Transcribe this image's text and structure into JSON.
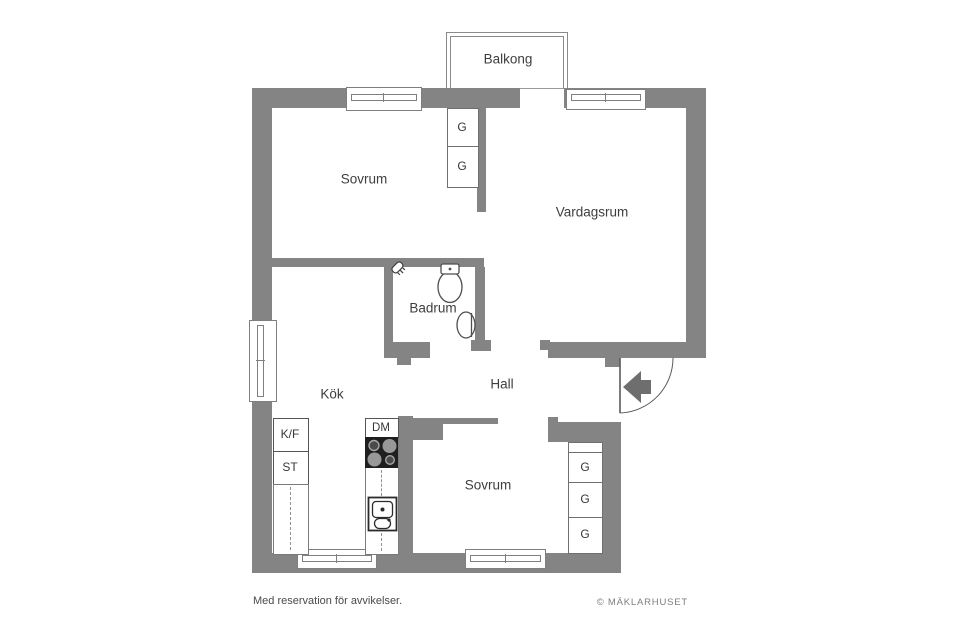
{
  "plan": {
    "rooms": {
      "balcony": "Balkong",
      "bedroom1": "Sovrum",
      "living_room": "Vardagsrum",
      "bathroom": "Badrum",
      "kitchen": "Kök",
      "hall": "Hall",
      "bedroom2": "Sovrum"
    },
    "closets": {
      "top_wardrobes": [
        "G",
        "G"
      ],
      "bottom_wardrobes": [
        "G",
        "G",
        "G"
      ]
    },
    "appliances": {
      "fridge_freezer": "K/F",
      "tall_cabinet": "ST",
      "dishwasher": "DM"
    },
    "colors": {
      "wall_gray": "#848484",
      "fixture_line": "#4e4e4e",
      "label_text": "#3e3e3e"
    }
  },
  "footer": {
    "disclaimer": "Med reservation för avvikelser.",
    "copyright": "© MÄKLARHUSET"
  }
}
